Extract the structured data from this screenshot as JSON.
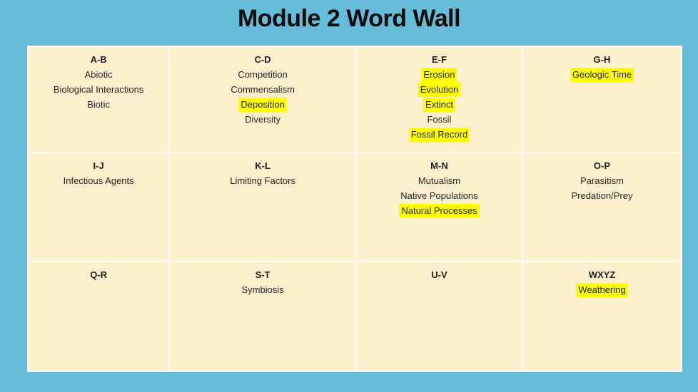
{
  "page": {
    "title": "Module 2 Word Wall",
    "background_color": "#67BDD9",
    "table_background": "#FCF0CD",
    "grid_line_color": "#FFFEF6",
    "highlight_color": "#FFFF00",
    "text_color": "#252525"
  },
  "word_wall": {
    "cells": [
      {
        "header": "A-B",
        "words": [
          {
            "text": "Abiotic",
            "highlighted": false
          },
          {
            "text": "Biological Interactions",
            "highlighted": false
          },
          {
            "text": "Biotic",
            "highlighted": false
          }
        ]
      },
      {
        "header": "C-D",
        "words": [
          {
            "text": "Competition",
            "highlighted": false
          },
          {
            "text": "Commensalism",
            "highlighted": false
          },
          {
            "text": "Deposition",
            "highlighted": true
          },
          {
            "text": "Diversity",
            "highlighted": false
          }
        ]
      },
      {
        "header": "E-F",
        "words": [
          {
            "text": "Erosion",
            "highlighted": true
          },
          {
            "text": "Evolution",
            "highlighted": true
          },
          {
            "text": "Extinct",
            "highlighted": true
          },
          {
            "text": "Fossil",
            "highlighted": false
          },
          {
            "text": "Fossil Record",
            "highlighted": true
          }
        ]
      },
      {
        "header": "G-H",
        "words": [
          {
            "text": "Geologic Time",
            "highlighted": true
          }
        ]
      },
      {
        "header": "I-J",
        "words": [
          {
            "text": "Infectious Agents",
            "highlighted": false
          }
        ]
      },
      {
        "header": "K-L",
        "words": [
          {
            "text": "Limiting Factors",
            "highlighted": false
          }
        ]
      },
      {
        "header": "M-N",
        "words": [
          {
            "text": "Mutualism",
            "highlighted": false
          },
          {
            "text": "Native Populations",
            "highlighted": false
          },
          {
            "text": "Natural Processes",
            "highlighted": true
          }
        ]
      },
      {
        "header": "O-P",
        "words": [
          {
            "text": "Parasitism",
            "highlighted": false
          },
          {
            "text": "Predation/Prey",
            "highlighted": false
          }
        ]
      },
      {
        "header": "Q-R",
        "words": []
      },
      {
        "header": "S-T",
        "words": [
          {
            "text": "Symbiosis",
            "highlighted": false
          }
        ]
      },
      {
        "header": "U-V",
        "words": []
      },
      {
        "header": "WXYZ",
        "words": [
          {
            "text": "Weathering",
            "highlighted": true
          }
        ]
      }
    ]
  }
}
